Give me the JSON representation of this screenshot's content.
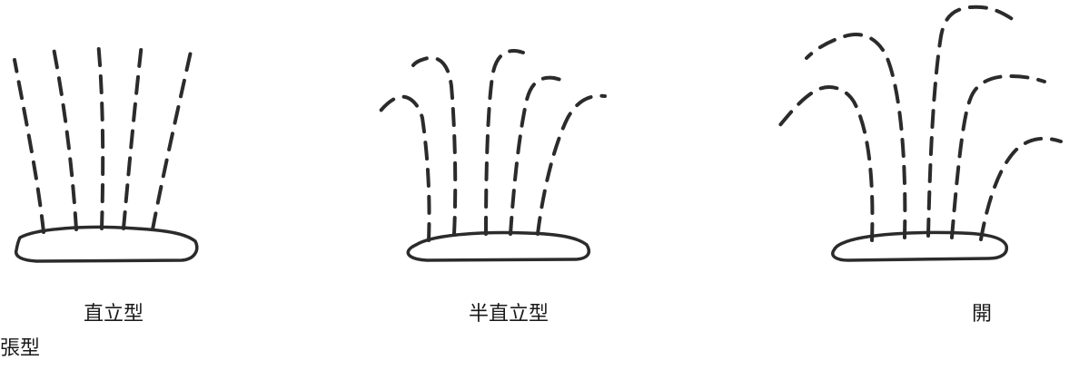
{
  "figures": [
    {
      "caption": "直立型"
    },
    {
      "caption": "半直立型"
    },
    {
      "caption_line1": "開",
      "caption_line2": "張型"
    }
  ],
  "colors": {
    "ink": "#2b2b2b",
    "background": "#ffffff"
  }
}
